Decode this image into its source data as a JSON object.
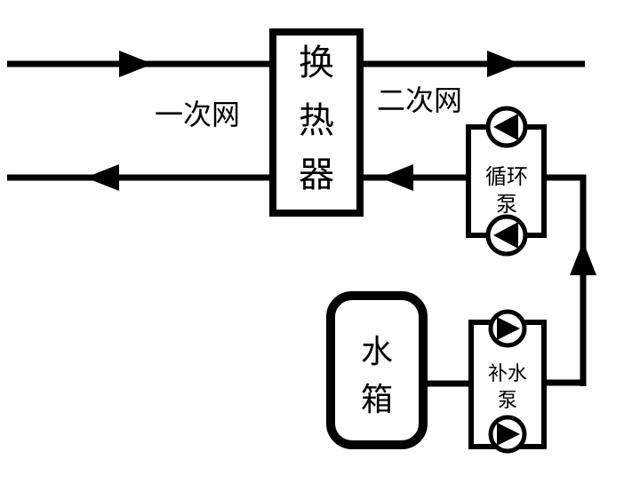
{
  "diagram": {
    "title": "heat-exchange-station-schematic",
    "colors": {
      "line": "#000000",
      "background": "#ffffff",
      "box_fill": "#ffffff"
    },
    "labels": {
      "primary_network": "一次网",
      "secondary_network": "二次网"
    },
    "heat_exchanger": {
      "line1": "换",
      "line2": "热",
      "line3": "器"
    },
    "circulation_pump": {
      "line1": "循环",
      "line2": "泵"
    },
    "water_tank": {
      "line1": "水",
      "line2": "箱"
    },
    "makeup_pump": {
      "line1": "补水",
      "line2": "泵"
    },
    "icons": {
      "flow_arrow_right": "filled-right-triangle",
      "flow_arrow_left": "filled-left-triangle",
      "flow_arrow_up": "filled-up-triangle",
      "pump": "circle-with-triangle-impeller"
    }
  }
}
